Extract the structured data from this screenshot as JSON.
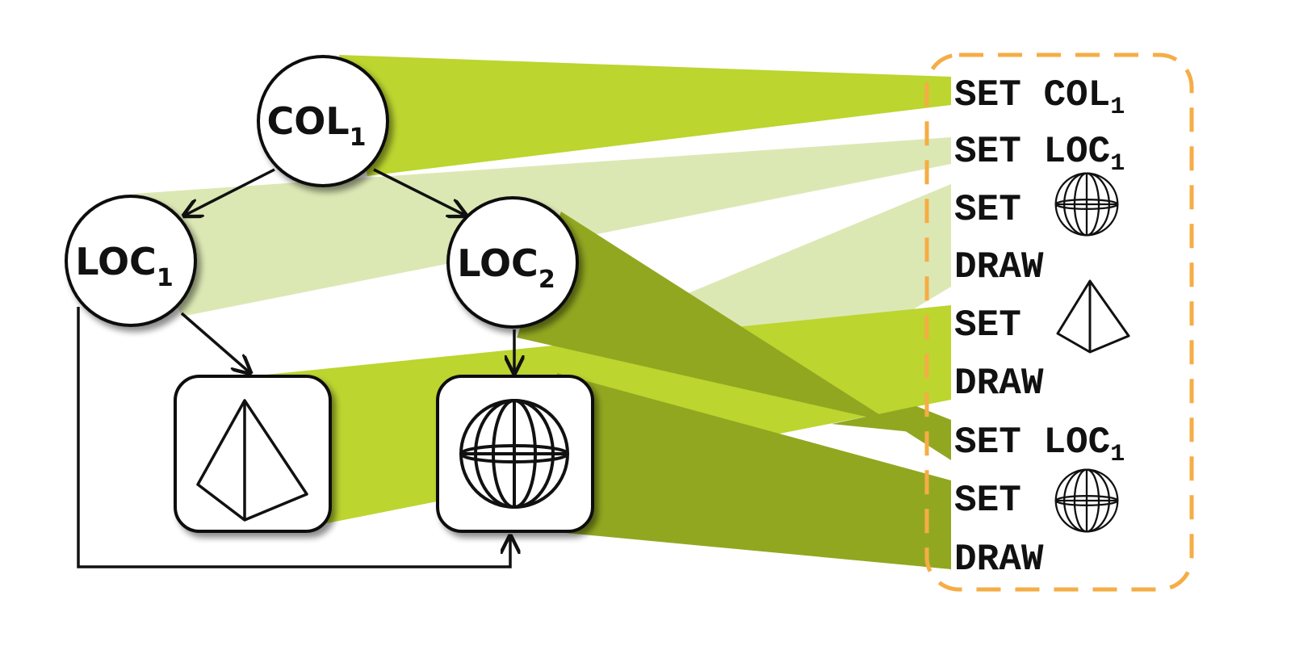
{
  "colors": {
    "band_bright": "#bcd52f",
    "band_light": "#dce8b4",
    "band_dark": "#92a720",
    "program_border": "#f5ad45",
    "stroke": "#111111"
  },
  "graph": {
    "col1": {
      "main": "COL",
      "sub": "1"
    },
    "loc1": {
      "main": "LOC",
      "sub": "1"
    },
    "loc2": {
      "main": "LOC",
      "sub": "2"
    },
    "leaf_pyramid_icon": "pyramid-icon",
    "leaf_sphere_icon": "wireframe-sphere-icon"
  },
  "program": {
    "lines": [
      {
        "cmd": "SET",
        "arg": "COL",
        "sub": "1"
      },
      {
        "cmd": "SET",
        "arg": "LOC",
        "sub": "1"
      },
      {
        "cmd": "SET",
        "icon": "wireframe-sphere-icon"
      },
      {
        "cmd": "DRAW"
      },
      {
        "cmd": "SET",
        "icon": "pyramid-icon"
      },
      {
        "cmd": "DRAW"
      },
      {
        "cmd": "SET",
        "arg": "LOC",
        "sub": "1"
      },
      {
        "cmd": "SET",
        "icon": "wireframe-sphere-icon"
      },
      {
        "cmd": "DRAW"
      }
    ]
  }
}
